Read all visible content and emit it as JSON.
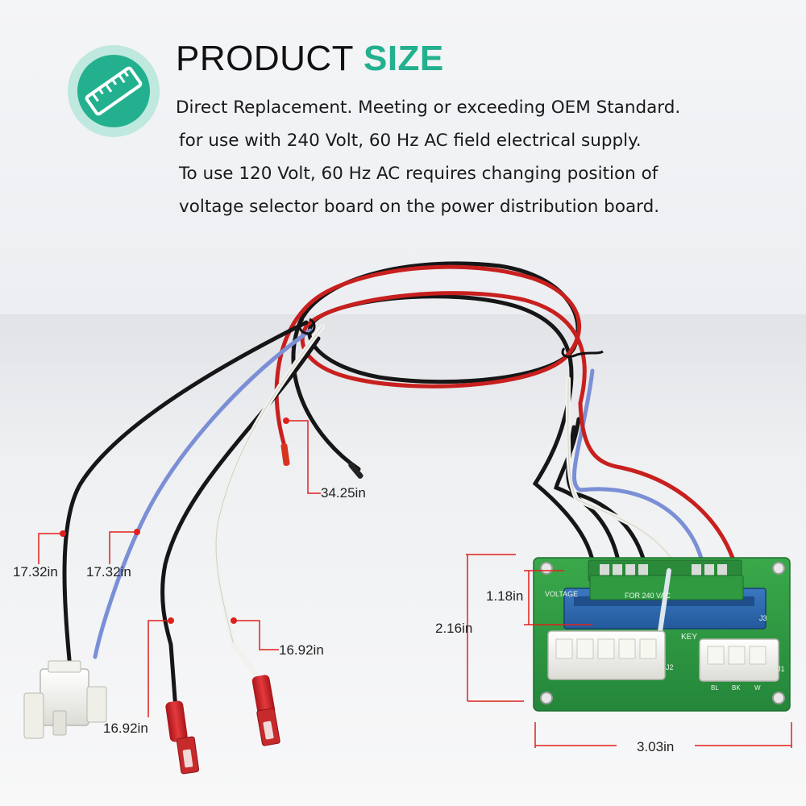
{
  "header": {
    "title_main": "PRODUCT ",
    "title_accent": "SIZE",
    "icon": "ruler-icon",
    "accent_color": "#23b08e"
  },
  "description": {
    "lines": [
      "Direct Replacement. Meeting or exceeding OEM Standard.",
      "for use with 240 Volt, 60 Hz AC field electrical supply.",
      "To use 120 Volt, 60 Hz AC requires changing position of",
      "voltage selector board on the power distribution board."
    ]
  },
  "dimensions": {
    "red_black_wire": "34.25in",
    "black_wire_left": "17.32in",
    "blue_wire": "17.32in",
    "white_wire": "16.92in",
    "black_wire_terminal": "16.92in",
    "board_height": "2.16in",
    "selector_height": "1.18in",
    "board_width": "3.03in"
  },
  "board": {
    "label_voltage": "VOLTAGE",
    "label_for": "FOR 240 VAC",
    "label_key": "KEY",
    "label_j1": "J1",
    "label_j2": "J2",
    "label_j3": "J3",
    "label_bl": "BL",
    "label_bk": "BK",
    "label_w": "W"
  },
  "colors": {
    "wire_red": "#c8201e",
    "wire_black": "#161616",
    "wire_blue": "#7b8fd6",
    "wire_white": "#f1f1ee",
    "board_green": "#2e9e3d",
    "selector_blue": "#2e6bb3",
    "dimension_red": "#e0201c"
  }
}
